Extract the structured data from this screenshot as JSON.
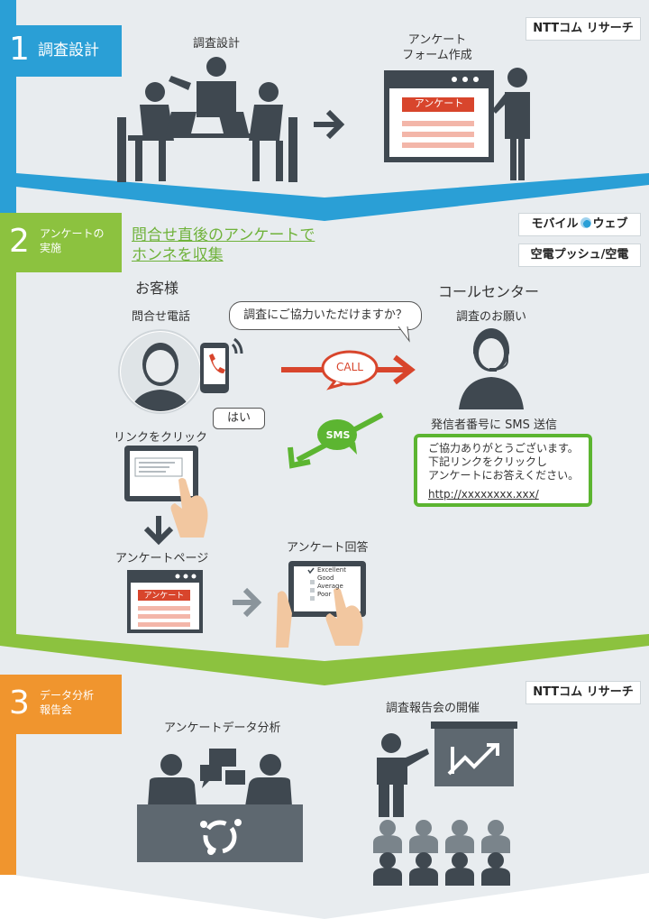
{
  "colors": {
    "step1": "#2a9fd6",
    "step2": "#8cc23f",
    "step3": "#f0952e",
    "panel": "#e6eaed",
    "dark": "#4a545d",
    "red": "#d8452c",
    "green": "#5cb531"
  },
  "step1": {
    "number": "1",
    "title": "調査設計",
    "badge": "NTTコム リサーチ",
    "meeting_label": "調査設計",
    "form_label_line1": "アンケート",
    "form_label_line2": "フォーム作成",
    "form_screen_tag": "アンケート"
  },
  "step2": {
    "number": "2",
    "title_line1": "アンケートの",
    "title_line2": "実施",
    "headline_line1": "問合せ直後のアンケートで",
    "headline_line2": "ホンネを収集",
    "badge_mobile": "モバイル",
    "badge_mobile_suffix": "ウェブ",
    "badge_push": "空電プッシュ/空電",
    "customer_title": "お客様",
    "callcenter_title": "コールセンター",
    "inquiry_call_label": "問合せ電話",
    "survey_request_label": "調査のお願い",
    "question_bubble": "調査にご協力いただけますか？",
    "answer_bubble": "はい",
    "call_tag": "CALL",
    "sms_tag": "SMS",
    "sms_send_label": "発信者番号に SMS 送信",
    "sms_text_line1": "ご協力ありがとうございます。",
    "sms_text_line2": "下記リンクをクリックし",
    "sms_text_line3": "アンケートにお答えください。",
    "sms_link": "http://xxxxxxxx.xxx/",
    "click_link_label": "リンクをクリック",
    "survey_page_label": "アンケートページ",
    "survey_page_tag": "アンケート",
    "survey_answer_label": "アンケート回答",
    "options": [
      "Excellent",
      "Good",
      "Average",
      "Poor"
    ]
  },
  "step3": {
    "number": "3",
    "title_line1": "データ分析",
    "title_line2": "報告会",
    "badge": "NTTコム リサーチ",
    "analysis_label": "アンケートデータ分析",
    "report_label": "調査報告会の開催"
  }
}
